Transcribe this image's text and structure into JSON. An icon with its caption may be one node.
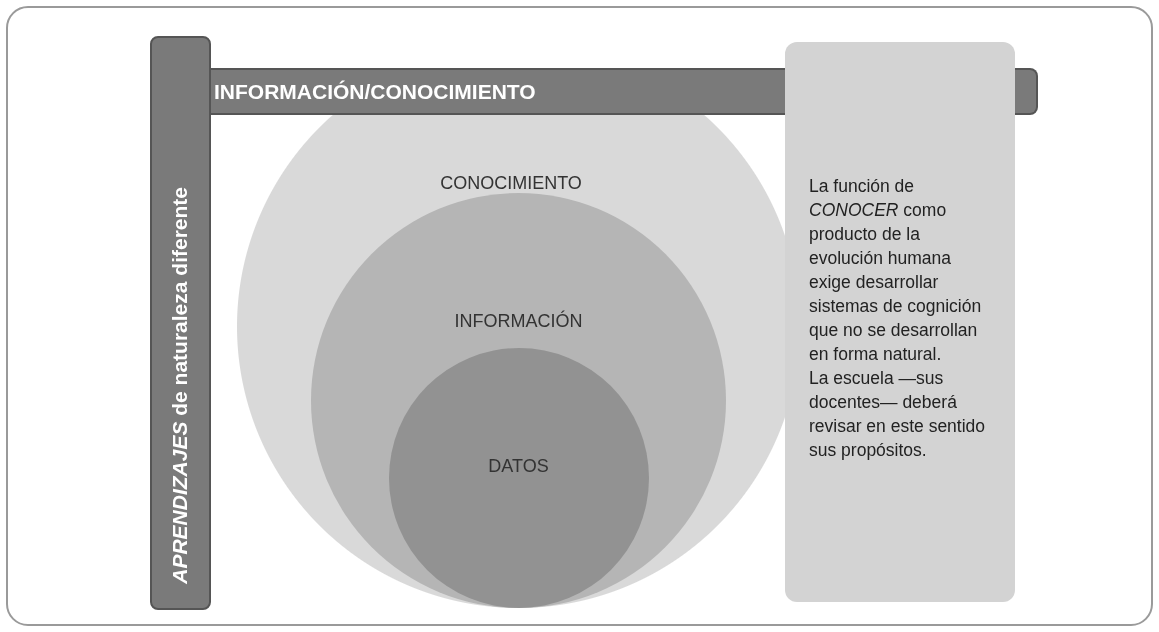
{
  "diagram": {
    "nodes": [
      {
        "text": [
          "*APRENDIZAJES* de naturaleza diferente"
        ]
      },
      {
        "text": [
          "INFORMACIÓN/CONOCIMIENTO"
        ]
      },
      {
        "text": [
          "CONOCIMIENTO"
        ]
      },
      {
        "text": [
          "INFORMACIÓN"
        ],
        "in": 2
      },
      {
        "text": [
          "DATOS"
        ],
        "in": 3
      },
      {
        "text": [
          "La función de *CONOCER* como producto de la evolución humana exige desarrollar sistemas de cognición que no se desarrollan en forma natural.",
          "La escuela —sus docentes— deberá revisar en este sentido sus propósitos."
        ]
      }
    ],
    "edges": []
  }
}
